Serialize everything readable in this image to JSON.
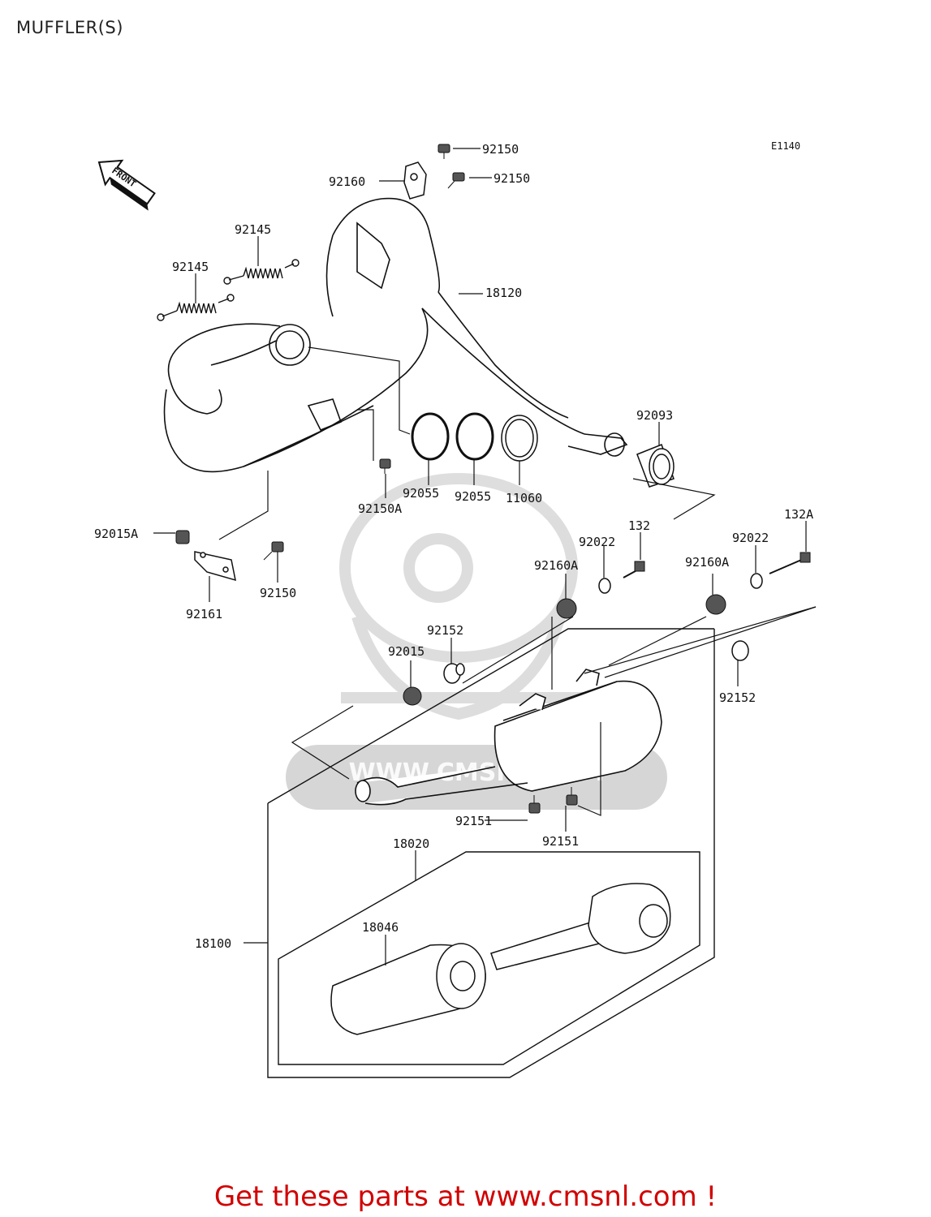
{
  "page_title": "MUFFLER(S)",
  "diagram_code": "E1140",
  "front_marker": "FRONT",
  "watermark": "WWW.CMSNL.COM",
  "labels": {
    "l92150_top": "92150",
    "l92160": "92160",
    "l92150_mid": "92150",
    "l92145_a": "92145",
    "l92145_b": "92145",
    "l18120": "18120",
    "l92093": "92093",
    "l92055_a": "92055",
    "l92055_b": "92055",
    "l11060": "11060",
    "l92150A": "92150A",
    "l92015A": "92015A",
    "l92161": "92161",
    "l92150_low": "92150",
    "l132": "132",
    "l132A": "132A",
    "l92022_a": "92022",
    "l92022_b": "92022",
    "l92160A_a": "92160A",
    "l92160A_b": "92160A",
    "l92152_a": "92152",
    "l92152_b": "92152",
    "l92015": "92015",
    "l92151_a": "92151",
    "l92151_b": "92151",
    "l18020": "18020",
    "l18046": "18046",
    "l18100": "18100"
  },
  "footer_text": "Get these parts at www.cmsnl.com !"
}
